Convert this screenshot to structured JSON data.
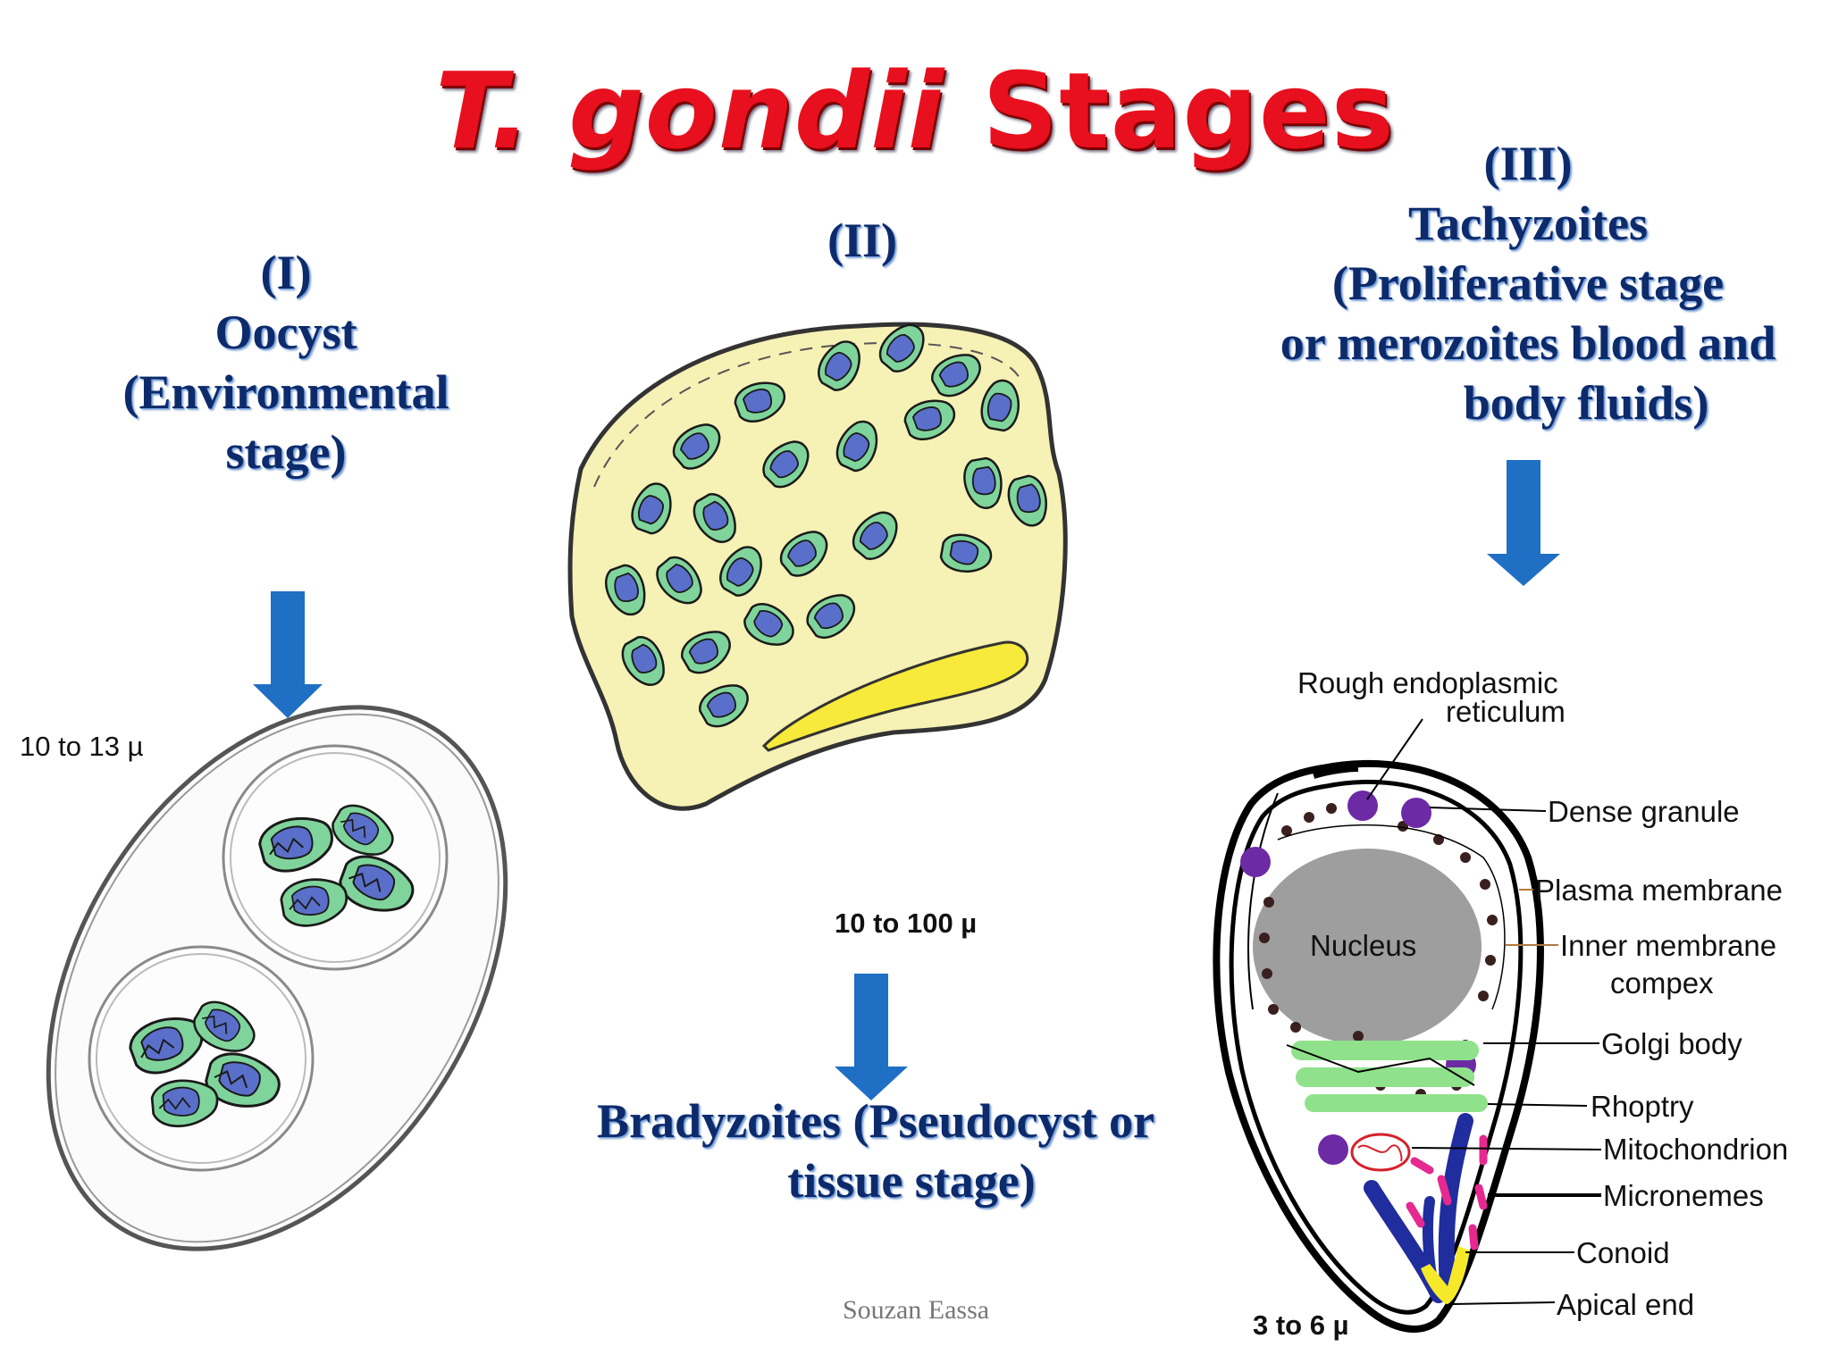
{
  "title": {
    "italic": "T. gondii",
    "rest": " Stages"
  },
  "stage1": {
    "num": "(I)",
    "name": "Oocyst",
    "desc1": "(Environmental",
    "desc2": "stage)",
    "size": "10 to 13 µ"
  },
  "stage2": {
    "num": "(II)",
    "size": "10 to 100 µ",
    "next_line1": "Bradyzoites (Pseudocyst or",
    "next_line2": "tissue stage)"
  },
  "stage3": {
    "num": "(III)",
    "name": "Tachyzoites",
    "desc1": "(Proliferative stage",
    "desc2": "or merozoites blood and",
    "desc3": "body fluids)",
    "size": "3 to 6 µ"
  },
  "tachyzoite_labels": {
    "rer_1": "Rough endoplasmic",
    "rer_2": "reticulum",
    "dense_granule": "Dense granule",
    "plasma_membrane": "Plasma membrane",
    "inner_membrane_1": "Inner membrane",
    "inner_membrane_2": "compex",
    "nucleus": "Nucleus",
    "golgi": "Golgi body",
    "rhoptry": "Rhoptry",
    "mitochondrion": "Mitochondrion",
    "micronemes": "Micronemes",
    "conoid": "Conoid",
    "apical_end": "Apical end"
  },
  "credit": "Souzan Eassa",
  "colors": {
    "title": "#e8101e",
    "stage_text": "#0d2a6b",
    "arrow": "#1f6fc4",
    "cyst_fill": "#f6f1b4",
    "parasite": "#7fd49b",
    "nucleus_blue": "#5a6fc9",
    "bradyzoite_band": "#f7ea3a"
  }
}
